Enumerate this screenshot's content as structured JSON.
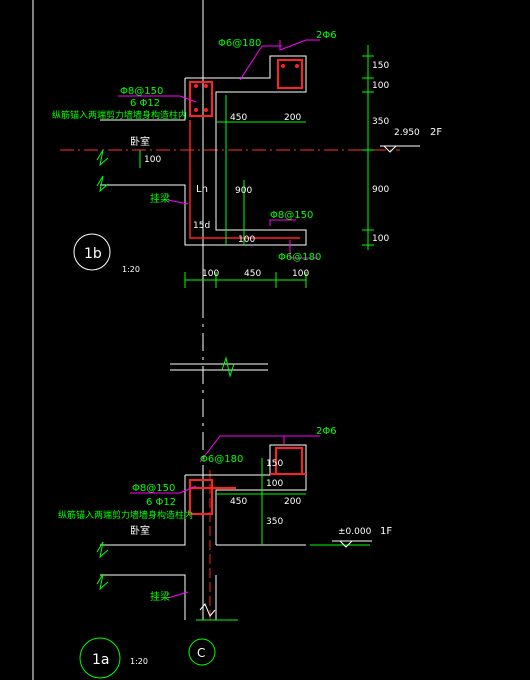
{
  "colors": {
    "background": "#000000",
    "outline": "#ffffff",
    "rebar": "#ff2020",
    "dimension": "#00ff00",
    "leader": "#ff00ff",
    "centerline": "#ff3030",
    "grid_axis": "#ffffff",
    "level": "#ffffff"
  },
  "upper_detail": {
    "callout_top_right": "2Φ6",
    "stirrup_spec": "Φ6@180",
    "beam_bar_spec": "Φ8@150",
    "longitudinal_bar": "6 Φ12",
    "note": "纵筋锚入两端剪力墙墙身构造柱内",
    "dim_450_top": "450",
    "dim_200_top": "200",
    "room": "卧室",
    "dim_100_a": "100",
    "ln_label": "Ln",
    "dim_900": "900",
    "beam_label": "挂梁",
    "dim_15d": "15d",
    "dim_100_b": "100",
    "lower_bar_spec": "Φ8@150",
    "lower_stirrup_spec": "Φ6@180",
    "bottom_dim_100_left": "100",
    "bottom_dim_450": "450",
    "bottom_dim_100_right": "100",
    "right_dims": [
      "150",
      "100",
      "350",
      "900",
      "100"
    ],
    "level_value": "2.950",
    "floor_label": "2F",
    "section_id": "1b",
    "scale": "1:20"
  },
  "lower_detail": {
    "callout_top_right": "2Φ6",
    "stirrup_spec": "Φ6@180",
    "beam_bar_spec": "Φ8@150",
    "longitudinal_bar": "6 Φ12",
    "note": "纵筋锚入两端剪力墙墙身构造柱内",
    "dim_150": "150",
    "dim_100": "100",
    "dim_450": "450",
    "dim_200": "200",
    "dim_350": "350",
    "room": "卧室",
    "level_value": "±0.000",
    "floor_label": "1F",
    "beam_label": "挂梁",
    "section_id": "1a",
    "scale": "1:20",
    "axis_label": "C"
  }
}
